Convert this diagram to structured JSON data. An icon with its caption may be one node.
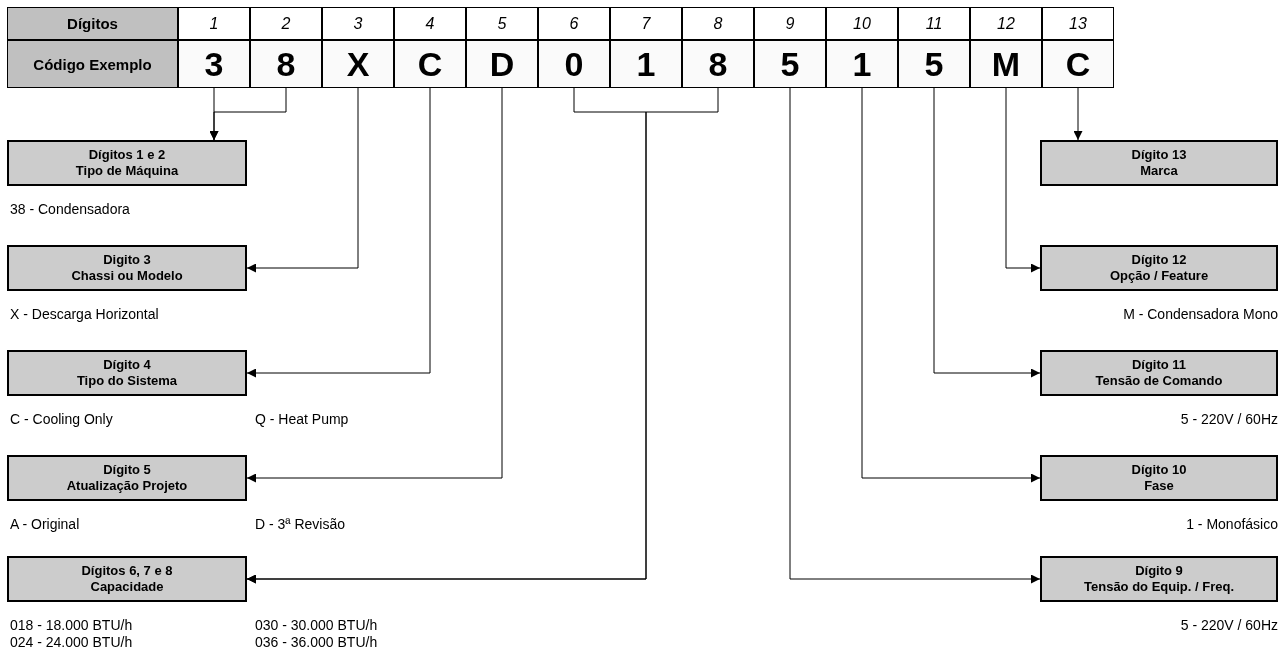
{
  "diagram": {
    "nodes": [
      {
        "text": [
          "3"
        ]
      },
      {
        "text": [
          "8"
        ]
      },
      {
        "text": [
          "X"
        ]
      },
      {
        "text": [
          "C"
        ]
      },
      {
        "text": [
          "D"
        ]
      },
      {
        "text": [
          "0"
        ]
      },
      {
        "text": [
          "1"
        ]
      },
      {
        "text": [
          "8"
        ]
      },
      {
        "text": [
          "5"
        ]
      },
      {
        "text": [
          "1"
        ]
      },
      {
        "text": [
          "5"
        ]
      },
      {
        "text": [
          "M"
        ]
      },
      {
        "text": [
          "C"
        ]
      },
      {
        "text": [
          "Dígitos 1 e 2",
          "Tipo de Máquina"
        ],
        "beside": [
          "38 - Condensadora"
        ]
      },
      {
        "text": [
          "Dígito 13",
          "Marca"
        ]
      },
      {
        "text": [
          "Digito 3",
          "Chassi ou Modelo"
        ],
        "beside": [
          "X - Descarga Horizontal"
        ]
      },
      {
        "text": [
          "Dígito 12",
          "Opção / Feature"
        ],
        "beside": [
          "M - Condensadora Mono"
        ]
      },
      {
        "text": [
          "Dígito 4",
          "Tipo do Sistema"
        ],
        "beside": [
          "C - Cooling Only",
          "Q - Heat Pump"
        ]
      },
      {
        "text": [
          "Dígito 11",
          "Tensão de Comando"
        ],
        "beside": [
          "5 - 220V / 60Hz"
        ]
      },
      {
        "text": [
          "Dígito 5",
          "Atualização Projeto"
        ],
        "beside": [
          "A - Original",
          "D - 3ª Revisão"
        ]
      },
      {
        "text": [
          "Dígito 10",
          "Fase"
        ],
        "beside": [
          "1 - Monofásico"
        ]
      },
      {
        "text": [
          "Dígitos 6, 7 e 8",
          "Capacidade"
        ],
        "beside": [
          "018 - 18.000 BTU/h",
          "030 - 30.000 BTU/h",
          "024 - 24.000 BTU/h",
          "036 - 36.000 BTU/h"
        ]
      },
      {
        "text": [
          "Dígito 9",
          "Tensão do Equip. / Freq."
        ],
        "beside": [
          "5 - 220V / 60Hz"
        ]
      }
    ],
    "edges": [
      {
        "from": 0,
        "to": 13,
        "arrow": "to"
      },
      {
        "from": 1,
        "to": 13,
        "arrow": "to"
      },
      {
        "from": 12,
        "to": 14,
        "arrow": "to"
      },
      {
        "from": 2,
        "to": 15,
        "arrow": "to"
      },
      {
        "from": 11,
        "to": 16,
        "arrow": "to"
      },
      {
        "from": 3,
        "to": 17,
        "arrow": "to"
      },
      {
        "from": 10,
        "to": 18,
        "arrow": "to"
      },
      {
        "from": 4,
        "to": 19,
        "arrow": "to"
      },
      {
        "from": 9,
        "to": 20,
        "arrow": "to"
      },
      {
        "from": 5,
        "to": 21,
        "arrow": "to"
      },
      {
        "from": 7,
        "to": 21,
        "arrow": "to"
      },
      {
        "from": 8,
        "to": 22,
        "arrow": "to"
      }
    ],
    "labels": [
      "Dígitos",
      "1",
      "2",
      "3",
      "4",
      "5",
      "6",
      "7",
      "8",
      "9",
      "10",
      "11",
      "12",
      "13",
      "Código Exemplo"
    ]
  }
}
